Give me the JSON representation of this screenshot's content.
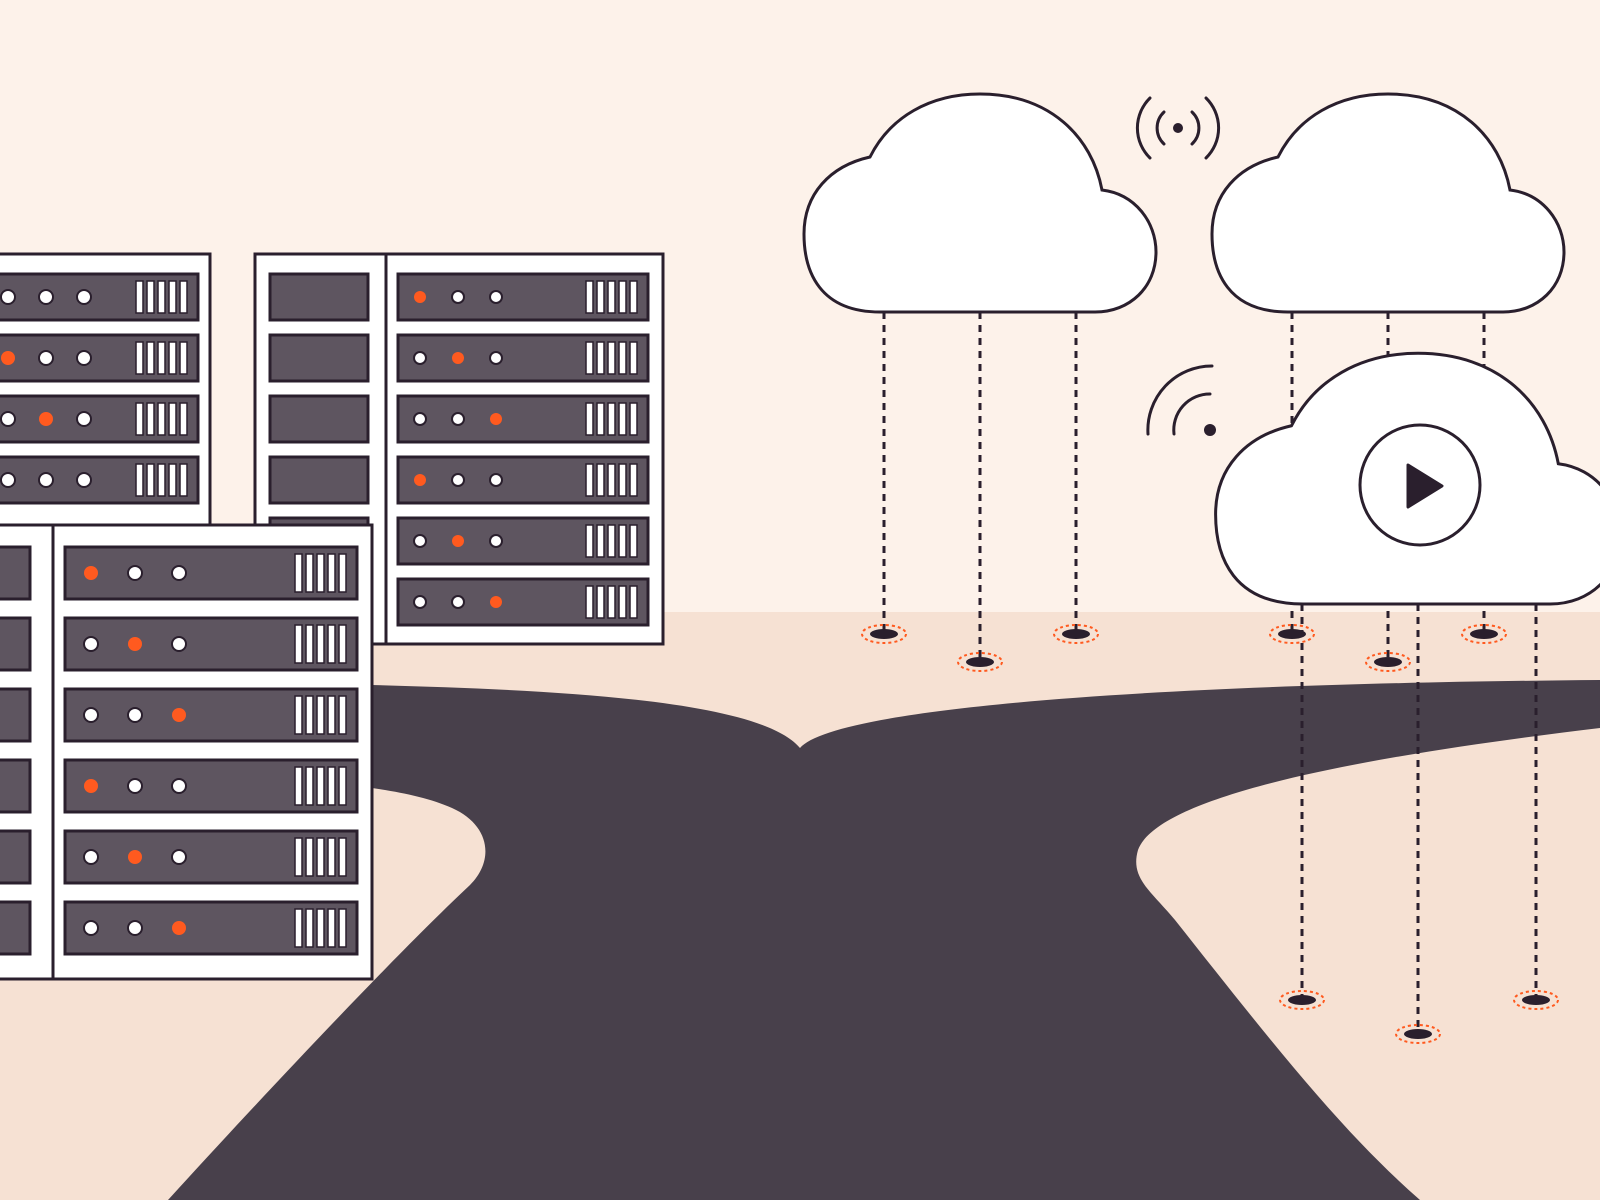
{
  "palette": {
    "sky": "#fdf2ea",
    "ground": "#f6e1d3",
    "road": "#48404b",
    "outline": "#2a1f2d",
    "unit_fill": "#5e5560",
    "cloud_fill": "#ffffff",
    "led_white": "#ffffff",
    "led_orange": "#ff5a1f",
    "anchor_ring": "#ff5a1f"
  },
  "scene": {
    "server_racks": [
      {
        "name": "server-rack-back-left",
        "units": 4,
        "led_pattern": [
          [
            0,
            0,
            0
          ],
          [
            1,
            0,
            0
          ],
          [
            0,
            1,
            0
          ],
          [
            0,
            0,
            0
          ]
        ]
      },
      {
        "name": "server-rack-back-right",
        "units": 6,
        "led_pattern": [
          [
            1,
            0,
            0
          ],
          [
            0,
            1,
            0
          ],
          [
            0,
            0,
            1
          ],
          [
            1,
            0,
            0
          ],
          [
            0,
            1,
            0
          ],
          [
            0,
            0,
            1
          ]
        ]
      },
      {
        "name": "server-rack-front",
        "units": 6,
        "led_pattern": [
          [
            1,
            0,
            0
          ],
          [
            0,
            1,
            0
          ],
          [
            0,
            0,
            1
          ],
          [
            1,
            0,
            0
          ],
          [
            0,
            1,
            0
          ],
          [
            0,
            0,
            1
          ]
        ]
      }
    ],
    "clouds": [
      {
        "name": "cloud-left",
        "tethers": 3
      },
      {
        "name": "cloud-right",
        "tethers": 3
      },
      {
        "name": "cloud-front-video",
        "tethers": 3,
        "icon": "play-icon"
      }
    ],
    "signal_icons": [
      "broadcast-icon",
      "wifi-icon"
    ]
  }
}
